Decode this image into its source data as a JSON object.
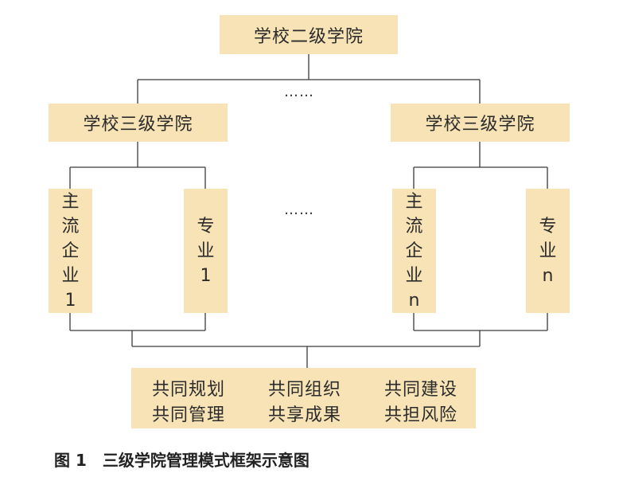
{
  "top": {
    "label": "学校二级学院"
  },
  "level2_dots": "……",
  "left_college": {
    "label": "学校三级学院"
  },
  "right_college": {
    "label": "学校三级学院"
  },
  "level3_dots": "……",
  "left_enterprise": {
    "chars": [
      "主",
      "流",
      "企",
      "业",
      "1"
    ]
  },
  "left_major": {
    "chars": [
      "专",
      "业",
      "1"
    ]
  },
  "right_enterprise": {
    "chars": [
      "主",
      "流",
      "企",
      "业",
      "n"
    ]
  },
  "right_major": {
    "chars": [
      "专",
      "业",
      "n"
    ]
  },
  "shared": {
    "row1": [
      "共同规划",
      "共同组织",
      "共同建设"
    ],
    "row2": [
      "共同管理",
      "共享成果",
      "共担风险"
    ]
  },
  "caption": "图 1　三级学院管理模式框架示意图"
}
